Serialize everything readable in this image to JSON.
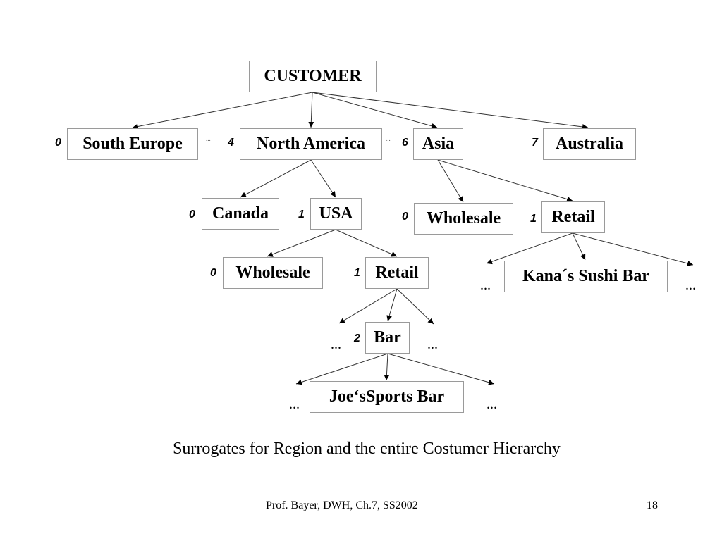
{
  "nodes": {
    "customer": "CUSTOMER",
    "south_europe": "South Europe",
    "north_america": "North America",
    "asia": "Asia",
    "australia": "Australia",
    "canada": "Canada",
    "usa": "USA",
    "asia_wholesale": "Wholesale",
    "asia_retail": "Retail",
    "usa_wholesale": "Wholesale",
    "usa_retail": "Retail",
    "kanas_sushi_bar": "Kana´s Sushi Bar",
    "bar": "Bar",
    "joes_sports_bar": "Joe‘sSports Bar"
  },
  "surrogates": {
    "south_europe": "0",
    "north_america": "4",
    "asia": "6",
    "australia": "7",
    "canada": "0",
    "usa": "1",
    "asia_wholesale": "0",
    "asia_retail": "1",
    "usa_wholesale": "0",
    "usa_retail": "1",
    "bar": "2"
  },
  "ellipsis": "...",
  "small_ellipsis": "...",
  "caption": "Surrogates for Region and the entire Costumer Hierarchy",
  "footer": {
    "left": "Prof. Bayer, DWH, Ch.7, SS2002",
    "page_number": "18"
  }
}
